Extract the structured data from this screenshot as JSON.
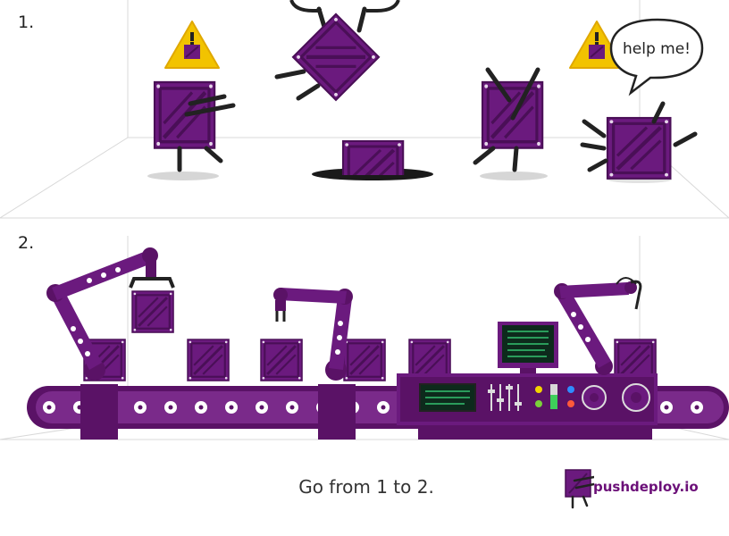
{
  "panels": {
    "first_label": "1.",
    "second_label": "2."
  },
  "speech_bubble": {
    "text": "help me!"
  },
  "warning_signs": [
    {
      "icon": "warning-crate-icon",
      "color": "#f2c300"
    },
    {
      "icon": "warning-crate-icon",
      "color": "#f2c300"
    }
  ],
  "caption": "Go from 1 to 2.",
  "brand": {
    "name": "pushdeploy.io",
    "logo_icon": "crate-logo-icon"
  },
  "colors": {
    "crate": "#6b1a7e",
    "crate_dark": "#4a0f57",
    "belt": "#5a1266",
    "warning": "#f2c300",
    "screen": "#0d2a1c",
    "screen_text": "#39d37a"
  }
}
